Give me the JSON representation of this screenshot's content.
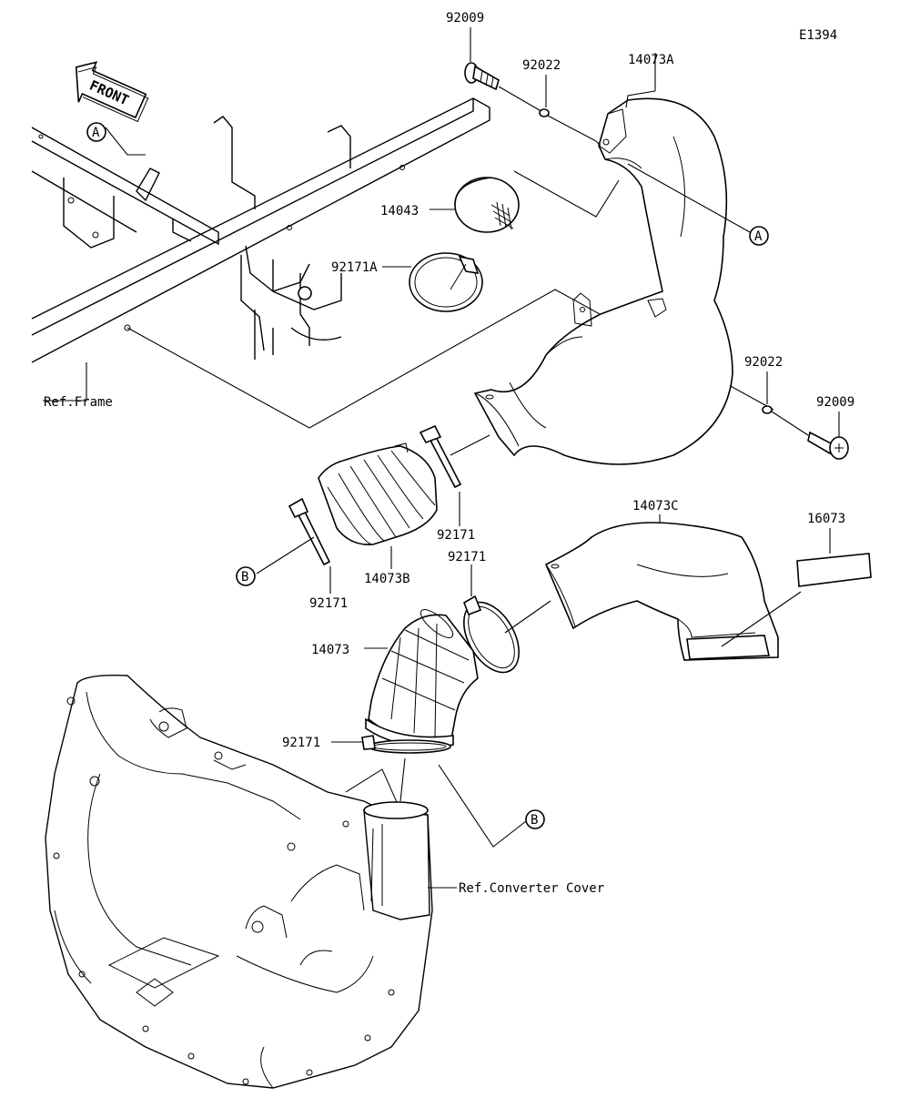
{
  "diagram": {
    "code": "E1394",
    "front_label": "FRONT",
    "callouts": {
      "p92009_top": "92009",
      "p92022_top": "92022",
      "p14073A": "14073A",
      "p14043": "14043",
      "p92171A": "92171A",
      "ref_frame": "Ref.Frame",
      "p92022_right": "92022",
      "p92009_right": "92009",
      "p14073C": "14073C",
      "p16073": "16073",
      "p92171_upper": "92171",
      "p92171_mid": "92171",
      "p14073B": "14073B",
      "p92171_left": "92171",
      "p14073": "14073",
      "p92171_lower": "92171",
      "ref_converter": "Ref.Converter Cover"
    },
    "markers": {
      "a_left": "A",
      "a_right": "A",
      "b_left": "B",
      "b_lower": "B"
    }
  }
}
